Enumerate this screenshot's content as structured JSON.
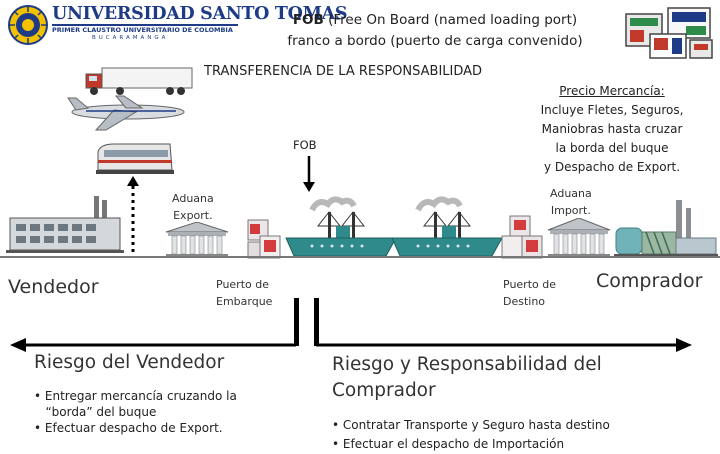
{
  "logo": {
    "title": "UNIVERSIDAD SANTO TOMAS",
    "subtitle": "PRIMER CLAUSTRO UNIVERSITARIO DE COLOMBIA",
    "city": "BUCARAMANGA"
  },
  "header": {
    "fob_bold": "FOB",
    "fob_rest": "(Free On Board (named loading port)",
    "fob_line2": "franco a bordo (puerto de carga convenido)"
  },
  "transfer_title": "TRANSFERENCIA DE LA RESPONSABILIDAD",
  "precio": {
    "heading": "Precio Mercancía:",
    "lines": [
      "Incluye Fletes, Seguros,",
      "Maniobras hasta cruzar",
      "la borda del buque",
      "y Despacho de Export."
    ]
  },
  "fob_marker": "FOB",
  "aduana_export": [
    "Aduana",
    "Export."
  ],
  "aduana_import": [
    "Aduana",
    "Import."
  ],
  "vendedor": "Vendedor",
  "comprador": "Comprador",
  "puerto_embarque": [
    "Puerto de",
    "Embarque"
  ],
  "puerto_destino": [
    "Puerto de",
    "Destino"
  ],
  "riesgo_vendedor": {
    "title": "Riesgo del Vendedor",
    "bullets": [
      "• Entregar mercancía cruzando la",
      "   “borda” del buque",
      "• Efectuar despacho de Export."
    ]
  },
  "riesgo_comprador": {
    "title_line1": "Riesgo y Responsabilidad del",
    "title_line2": "Comprador",
    "bullets": [
      "• Contratar Transporte y Seguro hasta destino",
      "• Efectuar el despacho de Importación"
    ]
  },
  "colors": {
    "brand_blue": "#1d3b86",
    "ship_teal": "#2f8b8b",
    "arrow": "#000000"
  }
}
